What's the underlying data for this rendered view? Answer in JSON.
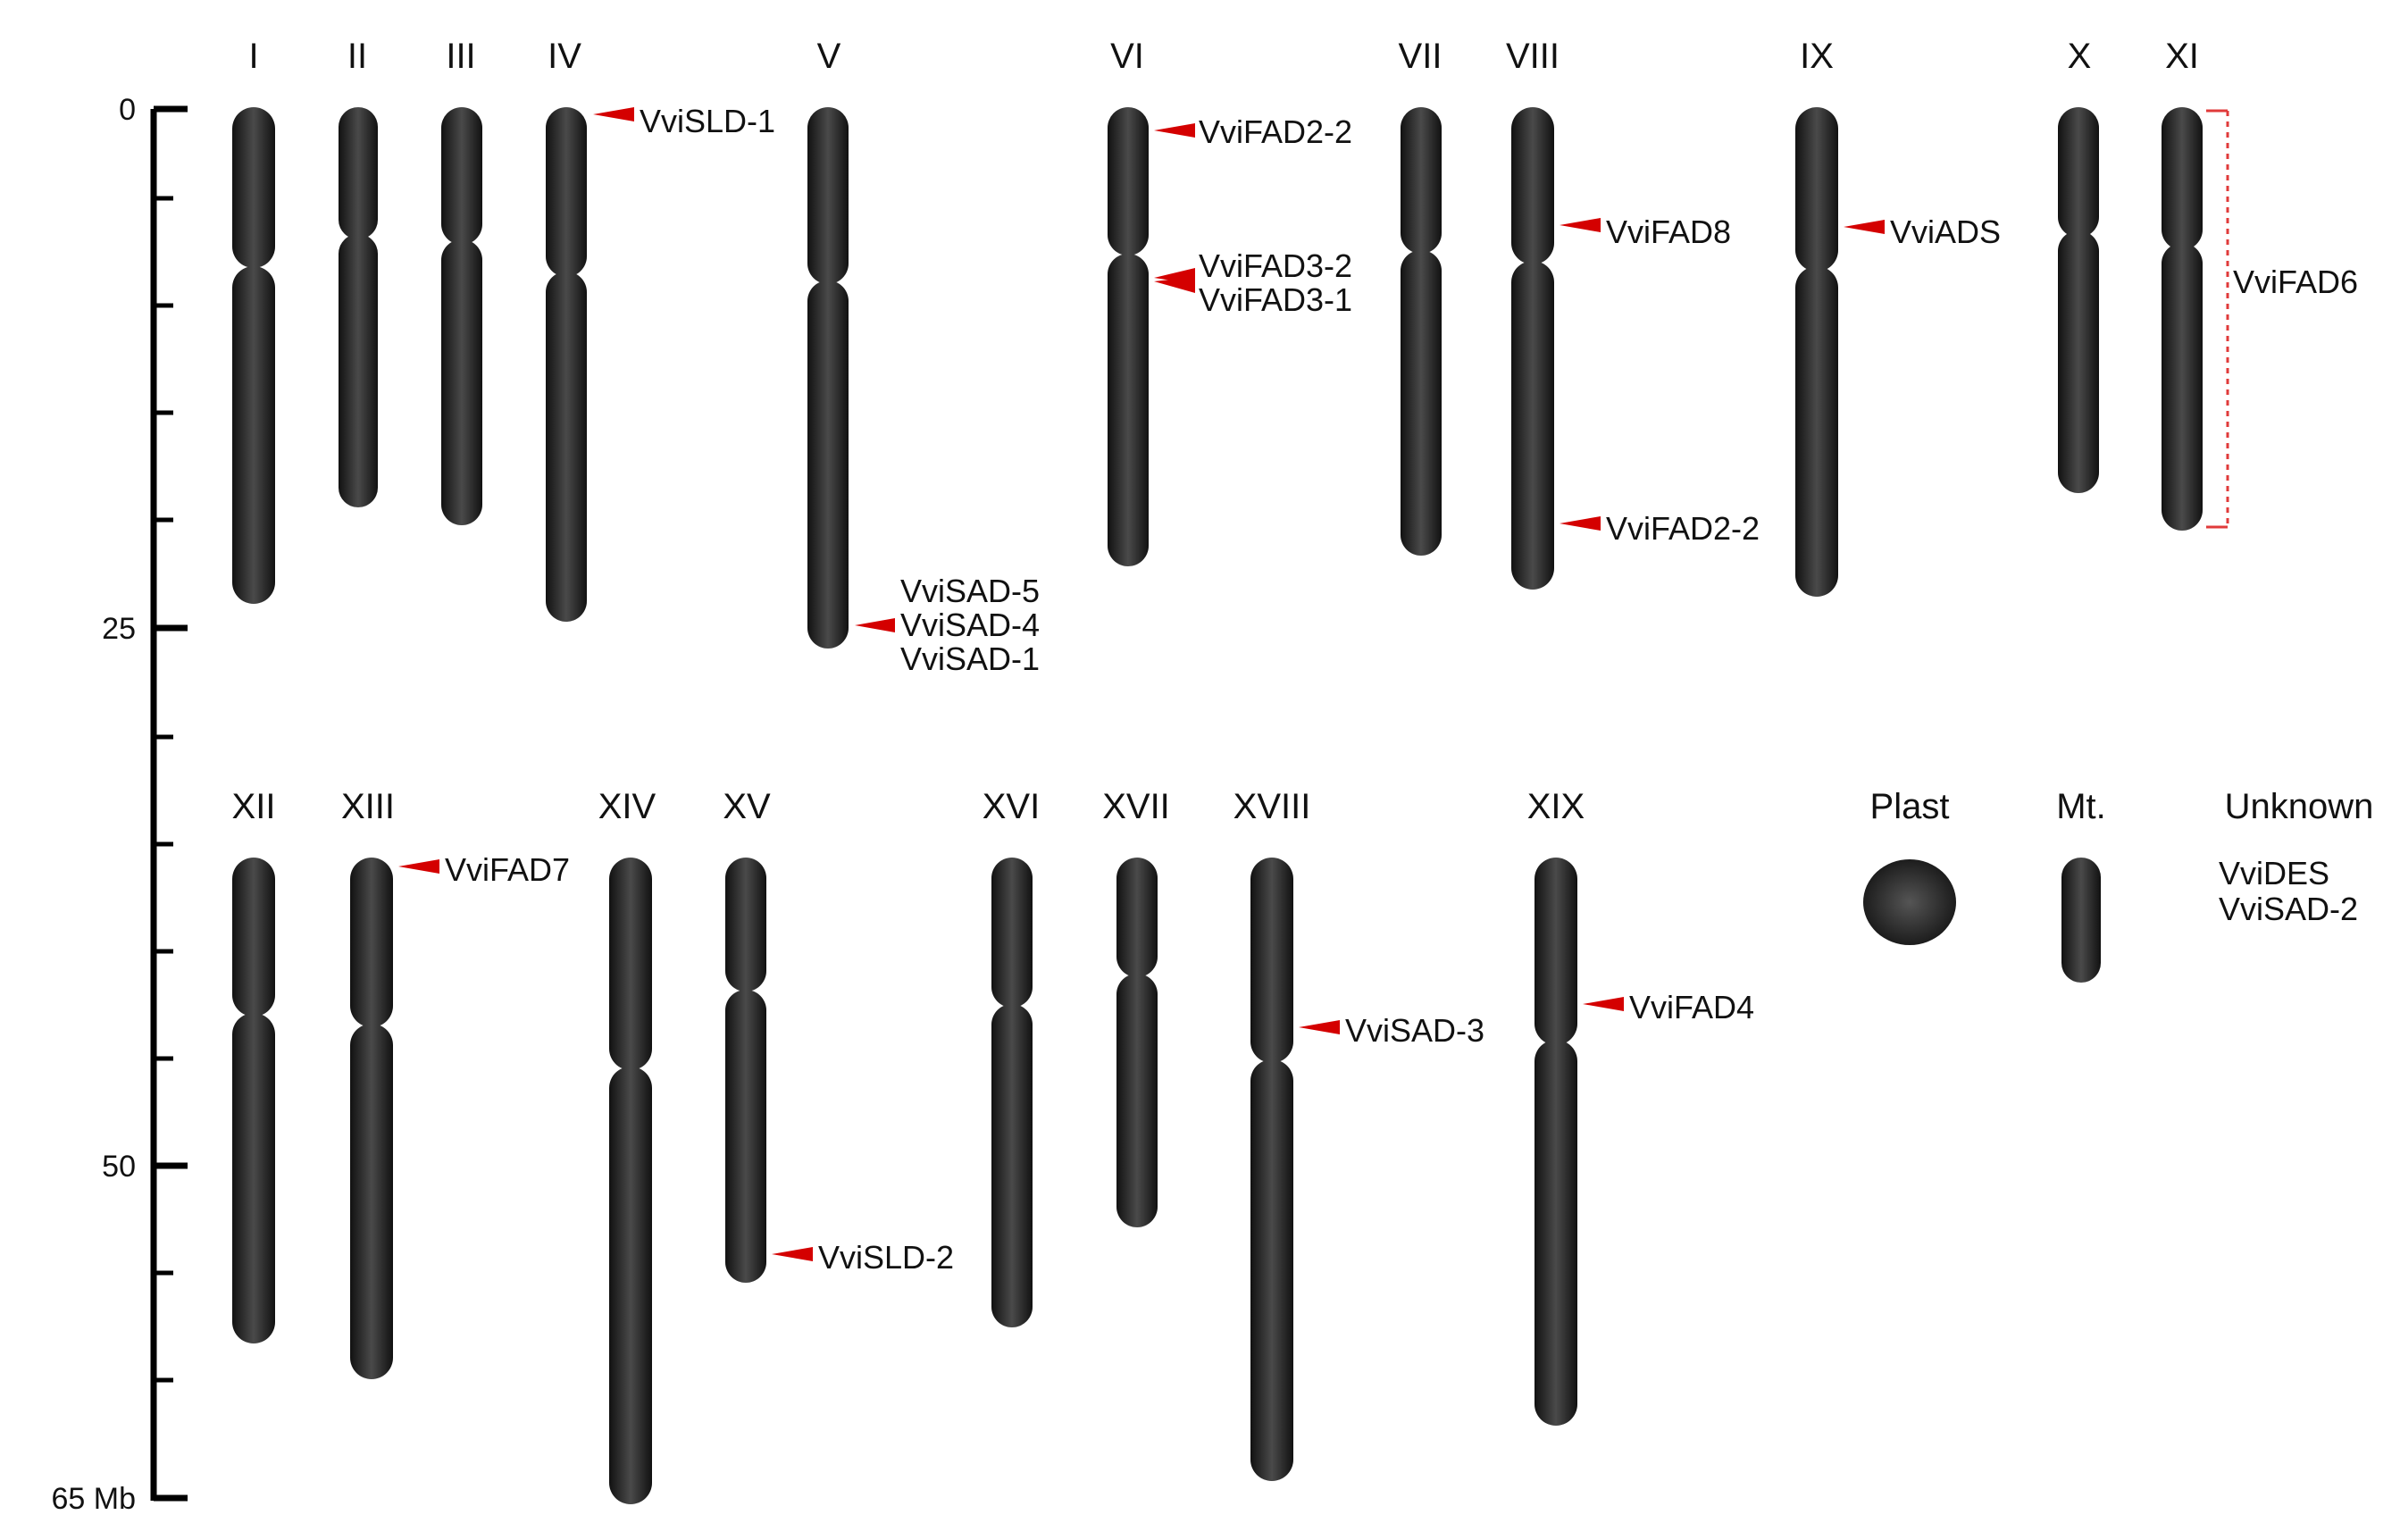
{
  "scale": {
    "ticks": [
      "0",
      "25",
      "50",
      "65 Mb"
    ],
    "axis_color": "#000000"
  },
  "colors": {
    "chromosome": "#2b2b2b",
    "marker": "#d40000",
    "unknown_bracket": "#e03a3a"
  },
  "row1": {
    "chromosomes": [
      {
        "name": "I"
      },
      {
        "name": "II"
      },
      {
        "name": "III"
      },
      {
        "name": "IV"
      },
      {
        "name": "V"
      },
      {
        "name": "VI"
      },
      {
        "name": "VII"
      },
      {
        "name": "VIII"
      },
      {
        "name": "IX"
      },
      {
        "name": "X"
      },
      {
        "name": "XI"
      }
    ],
    "genes": [
      {
        "chromosome": "IV",
        "label": "VviSLD-1"
      },
      {
        "chromosome": "V",
        "label": "VviSAD-5"
      },
      {
        "chromosome": "V",
        "label": "VviSAD-4"
      },
      {
        "chromosome": "V",
        "label": "VviSAD-1"
      },
      {
        "chromosome": "VI",
        "label": "VviFAD2-2"
      },
      {
        "chromosome": "VI",
        "label": "VviFAD3-2"
      },
      {
        "chromosome": "VI",
        "label": "VviFAD3-1"
      },
      {
        "chromosome": "VIII",
        "label": "VviFAD8"
      },
      {
        "chromosome": "VIII",
        "label": "VviFAD2-2"
      },
      {
        "chromosome": "IX",
        "label": "VviADS"
      },
      {
        "chromosome": "XI",
        "label": "VviFAD6"
      }
    ]
  },
  "row2": {
    "chromosomes": [
      {
        "name": "XII"
      },
      {
        "name": "XIII"
      },
      {
        "name": "XIV"
      },
      {
        "name": "XV"
      },
      {
        "name": "XVI"
      },
      {
        "name": "XVII"
      },
      {
        "name": "XVIII"
      },
      {
        "name": "XIX"
      },
      {
        "name": "Plast"
      },
      {
        "name": "Mt."
      },
      {
        "name": "Unknown"
      }
    ],
    "genes": [
      {
        "chromosome": "XIII",
        "label": "VviFAD7"
      },
      {
        "chromosome": "XV",
        "label": "VviSLD-2"
      },
      {
        "chromosome": "XVIII",
        "label": "VviSAD-3"
      },
      {
        "chromosome": "XIX",
        "label": "VviFAD4"
      },
      {
        "chromosome": "Unknown",
        "label": "VviDES"
      },
      {
        "chromosome": "Unknown",
        "label": "VviSAD-2"
      }
    ]
  }
}
